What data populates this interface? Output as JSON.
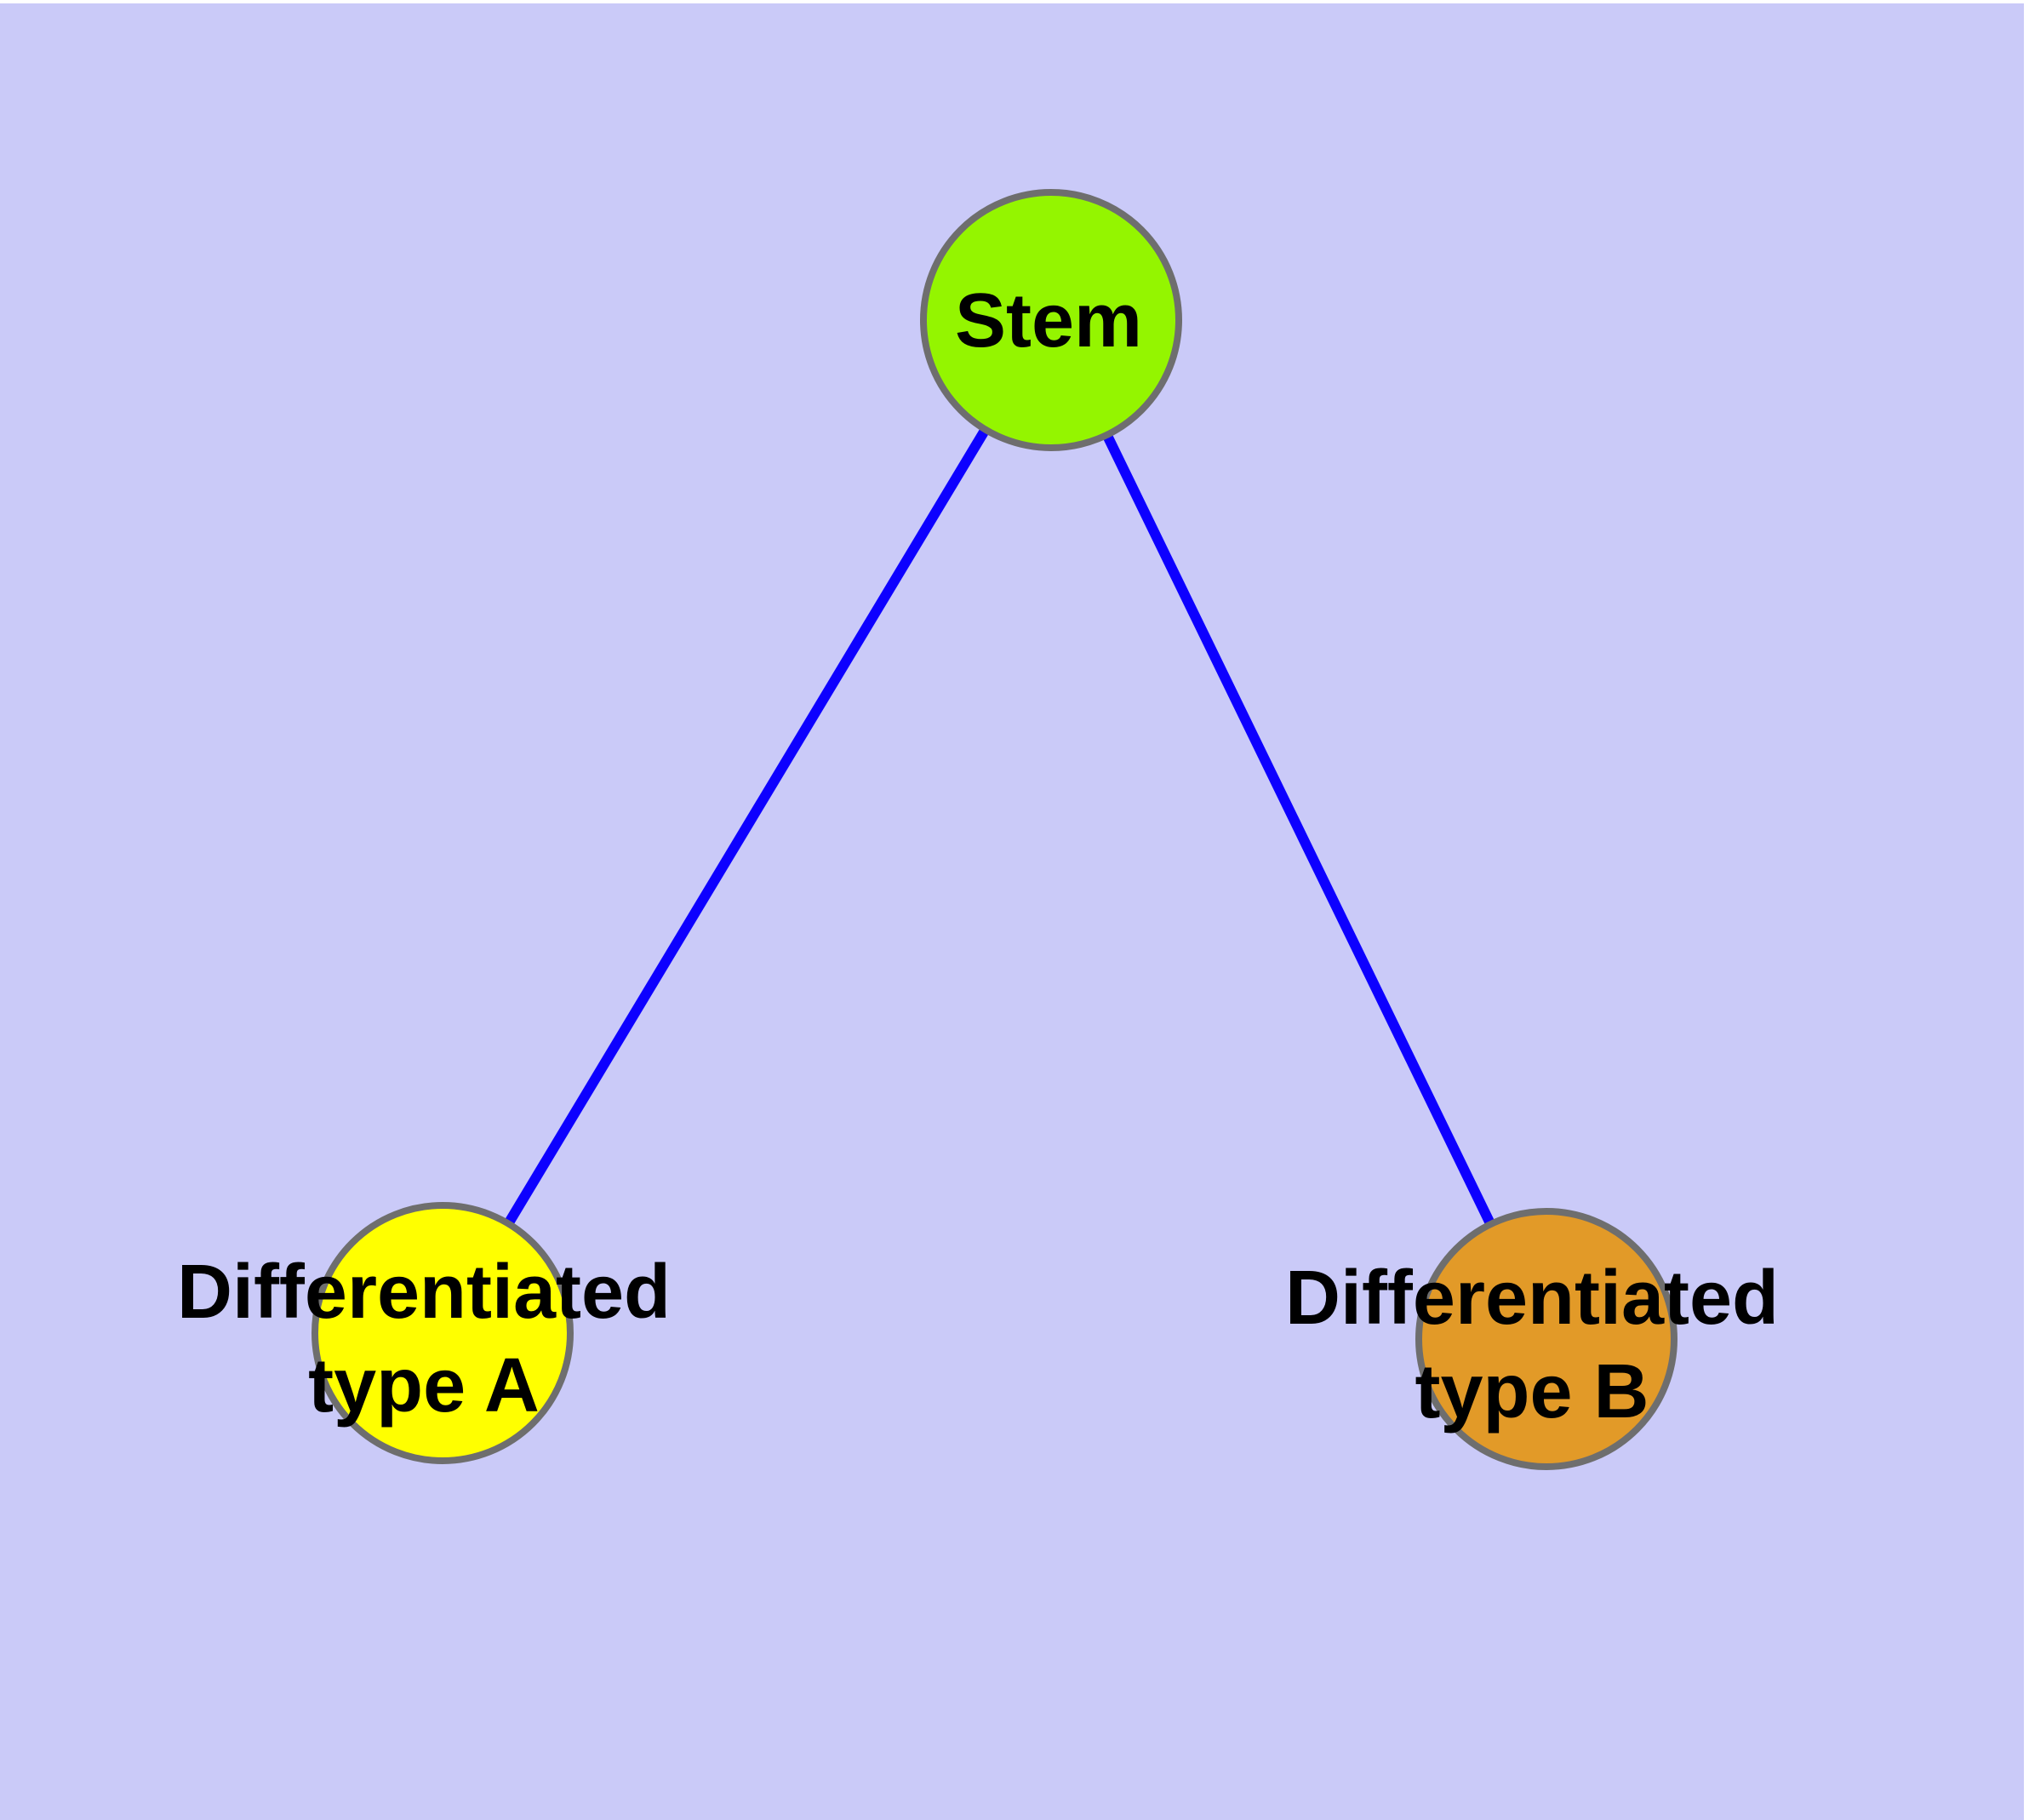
{
  "canvas": {
    "background_color": "#CACAF8",
    "margin_color": "#FFFFFF"
  },
  "styles": {
    "node_stroke_color": "#6E6E6E",
    "node_stroke_width": 8,
    "edge_color": "#0D00FF",
    "edge_width": 12,
    "label_color": "#000000"
  },
  "nodes": {
    "stem": {
      "label": "Stem",
      "fill": "#94F500"
    },
    "type_a": {
      "label_line1": "Differentiated",
      "label_line2": "type A",
      "fill": "#FFFF00"
    },
    "type_b": {
      "label_line1": "Differentiated",
      "label_line2": "type B",
      "fill": "#E29A28"
    }
  },
  "edges": [
    {
      "from": "Stem",
      "to": "Differentiated type A"
    },
    {
      "from": "Stem",
      "to": "Differentiated type B"
    }
  ]
}
